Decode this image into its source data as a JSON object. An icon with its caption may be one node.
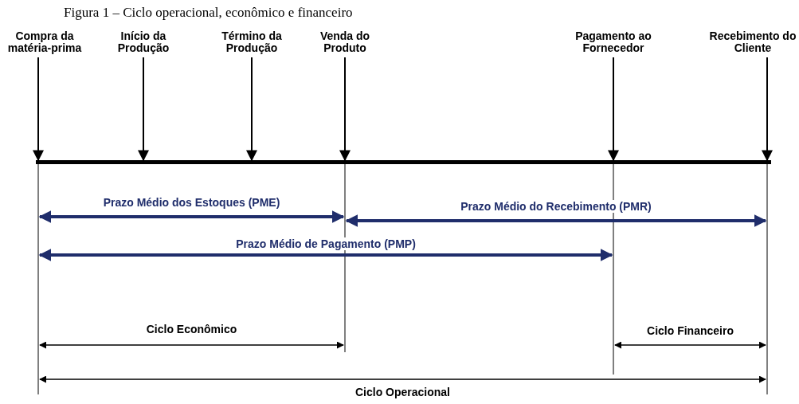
{
  "diagram": {
    "title": "Figura 1 – Ciclo operacional, econômico e financeiro",
    "nodes": [
      {
        "text": [
          "Compra da matéria-prima"
        ]
      },
      {
        "text": [
          "Início da Produção"
        ]
      },
      {
        "text": [
          "Término da Produção"
        ]
      },
      {
        "text": [
          "Venda do Produto"
        ]
      },
      {
        "text": [
          "Pagamento ao Fornecedor"
        ]
      },
      {
        "text": [
          "Recebimento do Cliente"
        ]
      },
      {
        "text": [],
        "shape": "bar"
      }
    ],
    "edges": [
      {
        "from": 0,
        "to": 6,
        "arrow": "to"
      },
      {
        "from": 1,
        "to": 6,
        "arrow": "to"
      },
      {
        "from": 2,
        "to": 6,
        "arrow": "to"
      },
      {
        "from": 3,
        "to": 6,
        "arrow": "to"
      },
      {
        "from": 4,
        "to": 6,
        "arrow": "to"
      },
      {
        "from": 5,
        "to": 6,
        "arrow": "to"
      }
    ],
    "labels": [
      "Prazo Médio dos Estoques (PME)",
      "Prazo Médio do Recebimento (PMR)",
      "Prazo Médio de Pagamento (PMP)",
      "Ciclo Econômico",
      "Ciclo Financeiro",
      "Ciclo Operacional"
    ]
  }
}
